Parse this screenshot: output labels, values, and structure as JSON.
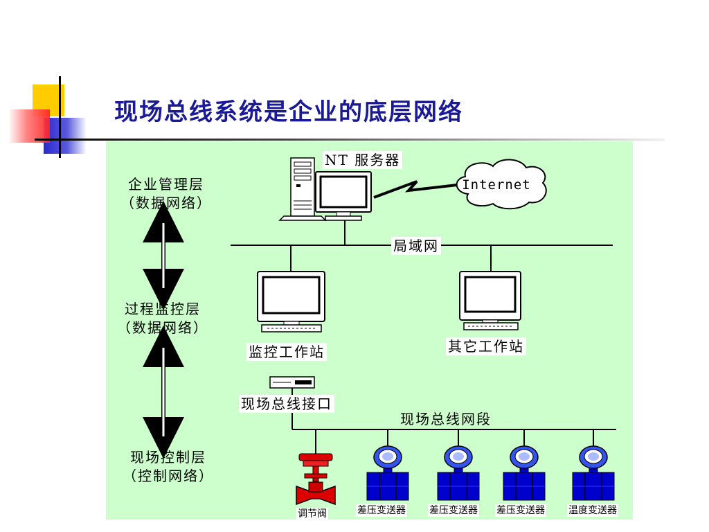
{
  "slide": {
    "title": "现场总线系统是企业的底层网络",
    "colors": {
      "title": "#1a1a99",
      "panel": "#ccffcc",
      "deco_yellow": "#ffcc00",
      "deco_red": "#ff3333",
      "deco_blue": "#3333cc",
      "transmitter_blue": "#0000cc",
      "valve_red": "#dd0000"
    }
  },
  "layers": [
    {
      "name": "企业管理层",
      "sub": "（数据网络）"
    },
    {
      "name": "过程监控层",
      "sub": "（数据网络）"
    },
    {
      "name": "现场控制层",
      "sub": "（控制网络）"
    }
  ],
  "network": {
    "server_label": "NT 服务器",
    "internet_label": "Internet",
    "lan_label": "局域网",
    "monitor_station_label": "监控工作站",
    "other_station_label": "其它工作站",
    "fieldbus_interface_label": "现场总线接口",
    "fieldbus_segment_label": "现场总线网段"
  },
  "devices": [
    {
      "label": "调节阀",
      "icon": "valve-icon"
    },
    {
      "label": "差压变送器",
      "icon": "transmitter-icon"
    },
    {
      "label": "差压变送器",
      "icon": "transmitter-icon"
    },
    {
      "label": "差压变送器",
      "icon": "transmitter-icon"
    },
    {
      "label": "温度变送器",
      "icon": "transmitter-icon"
    }
  ]
}
